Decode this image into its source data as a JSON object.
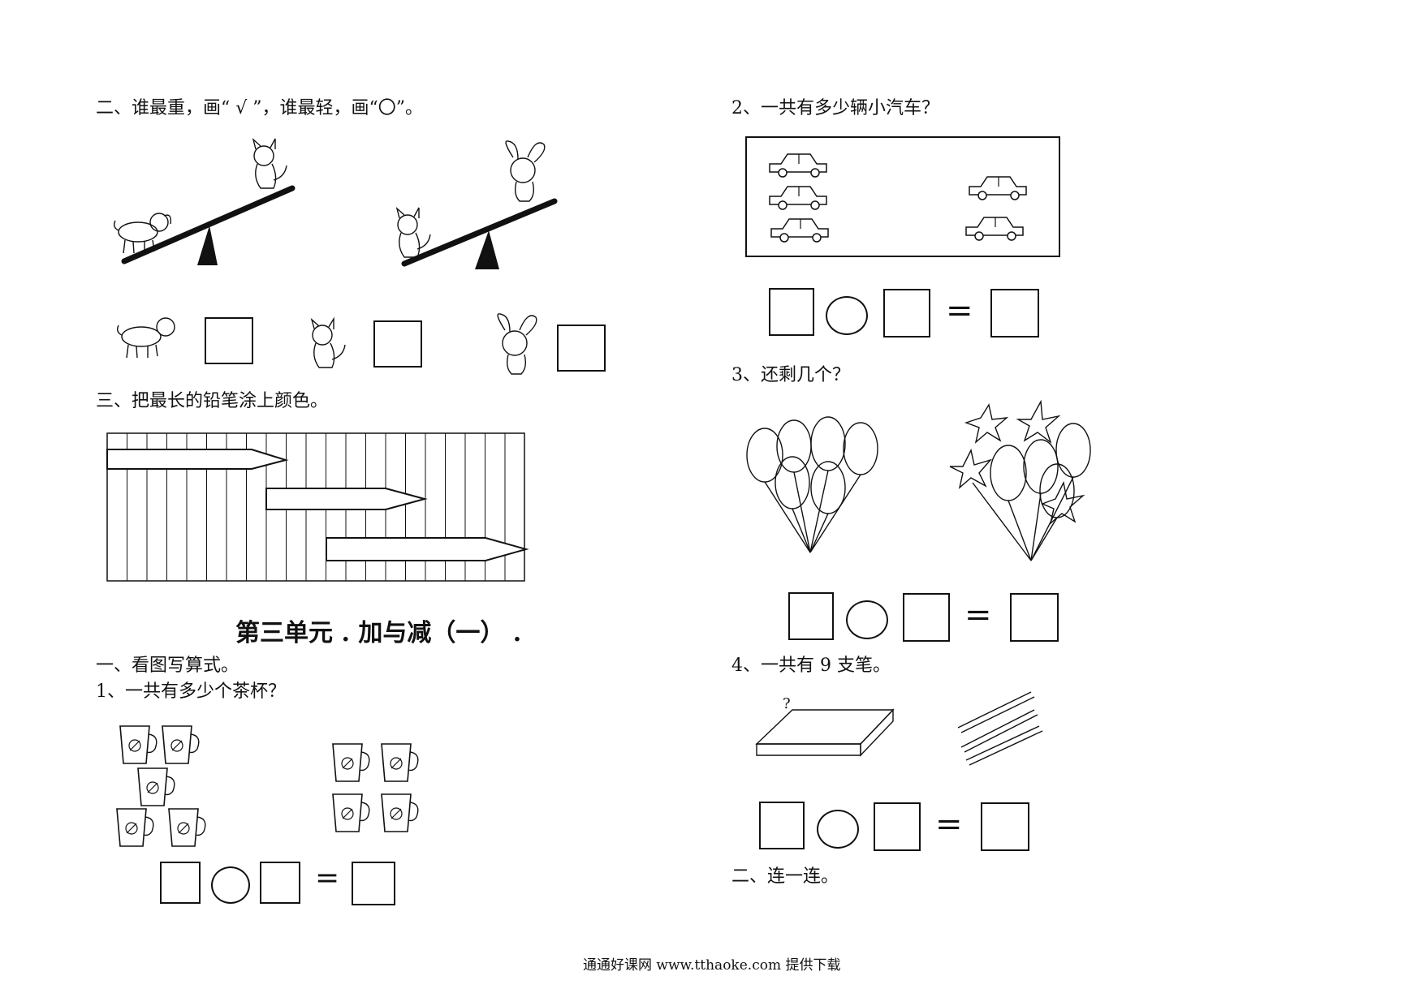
{
  "left": {
    "q2_heading": "二、谁最重，画“ √ ”，谁最轻，画“〇”。",
    "q3_heading": "三、把最长的铅笔涂上颜色。",
    "unit_title": "第三单元 . 加与减（一） .",
    "sec1_heading": "一、看图写算式。",
    "q1_heading": "1、一共有多少个茶杯？"
  },
  "right": {
    "q2_heading": "2、一共有多少辆小汽车？",
    "q3_heading": "3、还剩几个？",
    "q4_heading": "4、一共有 9 支笔。",
    "q4_unknown": "?",
    "sec2_heading": "二、连一连。"
  },
  "equation": {
    "equals": "="
  },
  "footer": "通通好课网  www.tthaoke.com  提供下载",
  "icons": [
    "dog-icon",
    "cat-icon",
    "rabbit-icon",
    "seesaw-icon",
    "pencil-icon",
    "car-icon",
    "balloon-icon",
    "star-icon",
    "cup-icon",
    "pencil-case-icon"
  ]
}
